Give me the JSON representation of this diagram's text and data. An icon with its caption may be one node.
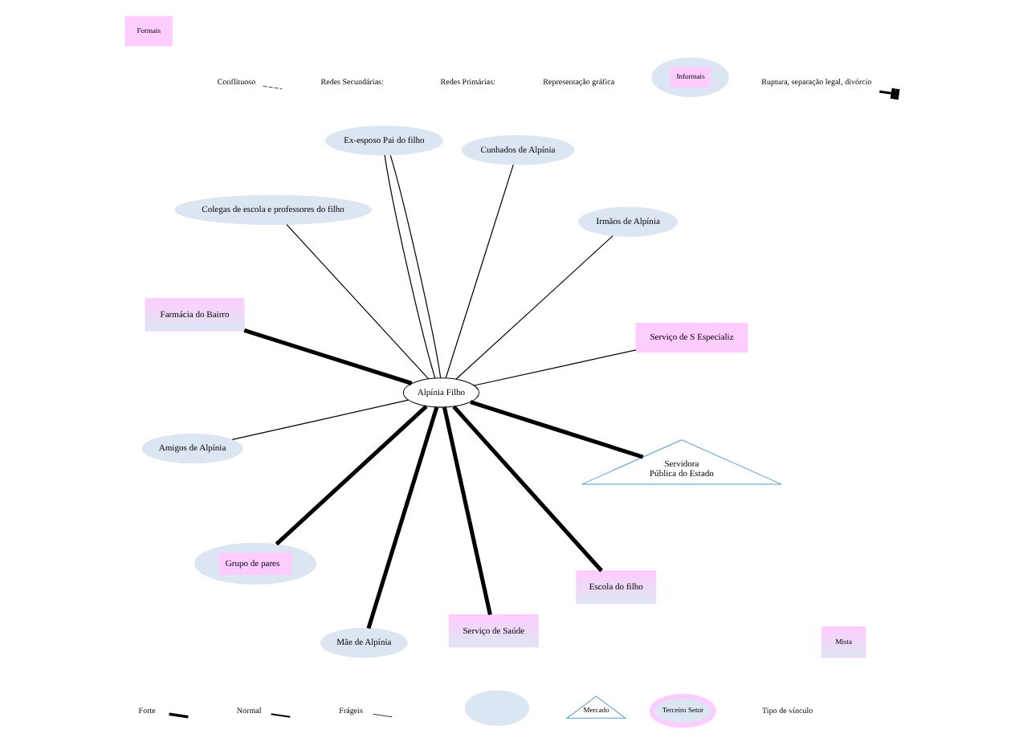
{
  "diagram": {
    "nodes": [
      {
        "text": [
          "Alpínia Filho"
        ]
      },
      {
        "text": [
          "Irmãos de Alpínia"
        ]
      },
      {
        "text": [
          "Mãe de Alpínia"
        ]
      },
      {
        "text": [
          "Ex-esposo Pai do filho"
        ]
      },
      {
        "text": [
          "Cunhados de Alpínia"
        ]
      },
      {
        "text": [
          "Colegas de escola e professores do filho"
        ]
      },
      {
        "text": [
          "Amigos de Alpínia"
        ]
      },
      {
        "text": [
          "Servidora Pública do Estado"
        ]
      },
      {
        "text": [
          "Grupo de pares"
        ]
      },
      {
        "text": [
          "Escola do filho"
        ]
      },
      {
        "text": [
          "Serviço de Saúde"
        ]
      },
      {
        "text": [
          "Farmácia do Bairro"
        ]
      },
      {
        "text": [
          "Serviço de S Especializ"
        ]
      },
      {
        "text": [],
        "shape": "circle"
      },
      {
        "text": [
          "Formais"
        ]
      },
      {
        "text": [
          "Informais"
        ]
      },
      {
        "text": [
          "Mercado"
        ]
      },
      {
        "text": [
          "Mista"
        ]
      },
      {
        "text": [
          "Terceiro Setor"
        ]
      }
    ],
    "edges": [
      {
        "from": 0,
        "to": 1,
        "arrow": "none"
      },
      {
        "from": 0,
        "to": 2,
        "arrow": "none",
        "style": "thick"
      },
      {
        "from": 0,
        "to": 3,
        "arrow": "none"
      },
      {
        "from": 0,
        "to": 3,
        "arrow": "none"
      },
      {
        "from": 0,
        "to": 4,
        "arrow": "none"
      },
      {
        "from": 0,
        "to": 5,
        "arrow": "none"
      },
      {
        "from": 0,
        "to": 6,
        "arrow": "none"
      },
      {
        "from": 0,
        "to": 7,
        "arrow": "none",
        "style": "thick"
      },
      {
        "from": 0,
        "to": 8,
        "arrow": "none",
        "style": "thick"
      },
      {
        "from": 0,
        "to": 9,
        "arrow": "none",
        "style": "thick"
      },
      {
        "from": 0,
        "to": 10,
        "arrow": "none",
        "style": "thick"
      },
      {
        "from": 0,
        "to": 11,
        "arrow": "none",
        "style": "thick"
      },
      {
        "from": 0,
        "to": 12,
        "arrow": "none"
      }
    ],
    "labels": [
      "Redes Primárias:",
      "Redes Secundárias:",
      "Tipo de vínculo",
      "Representação gráfica"
    ],
    "legend": [
      {
        "text": "Forte"
      },
      {
        "text": "Normal"
      },
      {
        "text": "Conflituoso"
      },
      {
        "text": "Ruptura, separação legal, divórcio"
      },
      {
        "text": "Frágeis"
      }
    ]
  }
}
